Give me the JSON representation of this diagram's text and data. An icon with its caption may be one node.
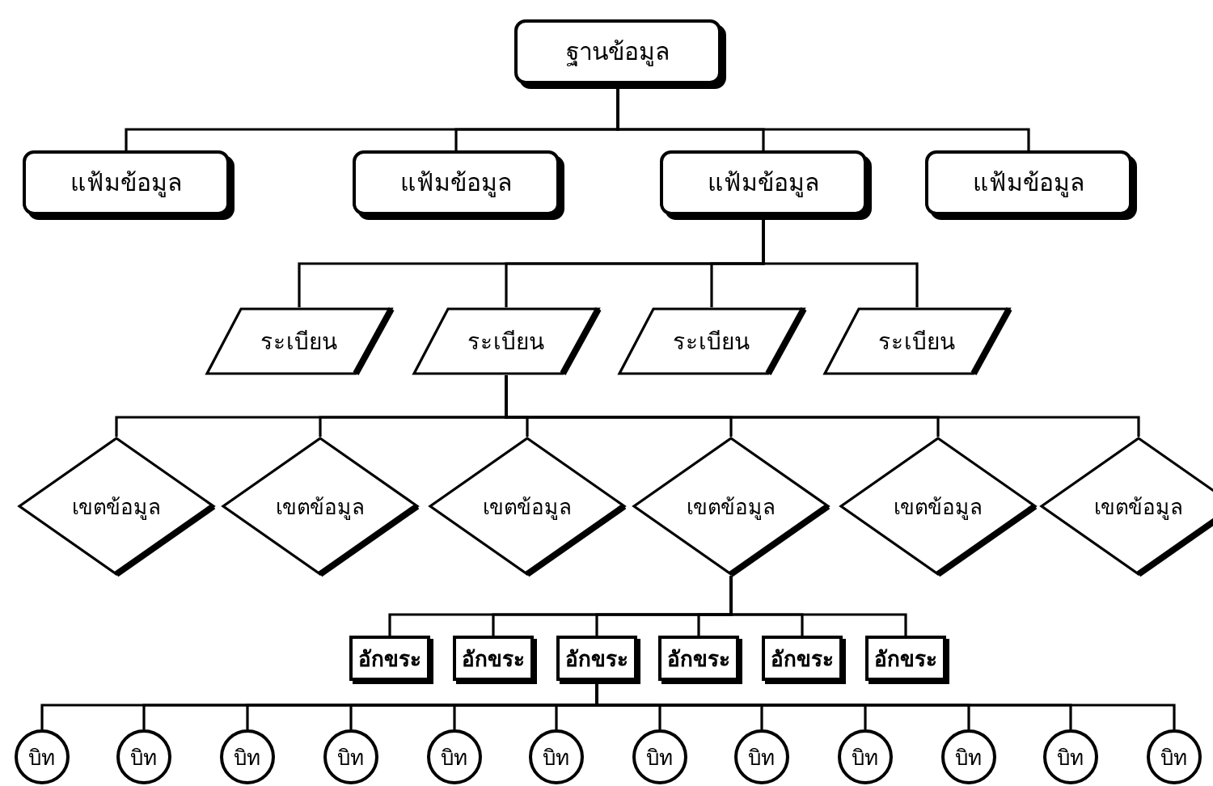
{
  "diagram": {
    "nodes": [
      {
        "text": [
          "ฐานข้อมูล"
        ]
      },
      {
        "text": [
          "แฟ้มข้อมูล"
        ]
      },
      {
        "text": [
          "แฟ้มข้อมูล"
        ]
      },
      {
        "text": [
          "แฟ้มข้อมูล"
        ]
      },
      {
        "text": [
          "แฟ้มข้อมูล"
        ]
      },
      {
        "text": [
          "ระเบียน"
        ]
      },
      {
        "text": [
          "ระเบียน"
        ]
      },
      {
        "text": [
          "ระเบียน"
        ]
      },
      {
        "text": [
          "ระเบียน"
        ]
      },
      {
        "text": [
          "เขตข้อมูล"
        ]
      },
      {
        "text": [
          "เขตข้อมูล"
        ]
      },
      {
        "text": [
          "เขตข้อมูล"
        ]
      },
      {
        "text": [
          "เขตข้อมูล"
        ]
      },
      {
        "text": [
          "เขตข้อมูล"
        ]
      },
      {
        "text": [
          "เขตข้อมูล"
        ]
      },
      {
        "text": [
          "อักขระ"
        ]
      },
      {
        "text": [
          "อักขระ"
        ]
      },
      {
        "text": [
          "อักขระ"
        ]
      },
      {
        "text": [
          "อักขระ"
        ]
      },
      {
        "text": [
          "อักขระ"
        ]
      },
      {
        "text": [
          "อักขระ"
        ]
      },
      {
        "text": [
          "บิท"
        ]
      },
      {
        "text": [
          "บิท"
        ]
      },
      {
        "text": [
          "บิท"
        ]
      },
      {
        "text": [
          "บิท"
        ]
      },
      {
        "text": [
          "บิท"
        ]
      },
      {
        "text": [
          "บิท"
        ]
      },
      {
        "text": [
          "บิท"
        ]
      },
      {
        "text": [
          "บิท"
        ]
      },
      {
        "text": [
          "บิท"
        ]
      },
      {
        "text": [
          "บิท"
        ]
      },
      {
        "text": [
          "บิท"
        ]
      },
      {
        "text": [
          "บิท"
        ]
      }
    ],
    "edges": [
      {
        "from": 0,
        "to": 1,
        "arrow": "none"
      },
      {
        "from": 0,
        "to": 2,
        "arrow": "none"
      },
      {
        "from": 0,
        "to": 3,
        "arrow": "none"
      },
      {
        "from": 0,
        "to": 4,
        "arrow": "none"
      },
      {
        "from": 3,
        "to": 5,
        "arrow": "none"
      },
      {
        "from": 3,
        "to": 6,
        "arrow": "none"
      },
      {
        "from": 3,
        "to": 7,
        "arrow": "none"
      },
      {
        "from": 3,
        "to": 8,
        "arrow": "none"
      },
      {
        "from": 6,
        "to": 9,
        "arrow": "none"
      },
      {
        "from": 6,
        "to": 10,
        "arrow": "none"
      },
      {
        "from": 6,
        "to": 11,
        "arrow": "none"
      },
      {
        "from": 6,
        "to": 12,
        "arrow": "none"
      },
      {
        "from": 6,
        "to": 13,
        "arrow": "none"
      },
      {
        "from": 6,
        "to": 14,
        "arrow": "none"
      },
      {
        "from": 12,
        "to": 15,
        "arrow": "none"
      },
      {
        "from": 12,
        "to": 16,
        "arrow": "none"
      },
      {
        "from": 12,
        "to": 17,
        "arrow": "none"
      },
      {
        "from": 12,
        "to": 18,
        "arrow": "none"
      },
      {
        "from": 12,
        "to": 19,
        "arrow": "none"
      },
      {
        "from": 12,
        "to": 20,
        "arrow": "none"
      },
      {
        "from": 17,
        "to": 21,
        "arrow": "none"
      },
      {
        "from": 17,
        "to": 22,
        "arrow": "none"
      },
      {
        "from": 17,
        "to": 23,
        "arrow": "none"
      },
      {
        "from": 17,
        "to": 24,
        "arrow": "none"
      },
      {
        "from": 17,
        "to": 25,
        "arrow": "none"
      },
      {
        "from": 17,
        "to": 26,
        "arrow": "none"
      },
      {
        "from": 17,
        "to": 27,
        "arrow": "none"
      },
      {
        "from": 17,
        "to": 28,
        "arrow": "none"
      },
      {
        "from": 17,
        "to": 29,
        "arrow": "none"
      },
      {
        "from": 17,
        "to": 30,
        "arrow": "none"
      },
      {
        "from": 17,
        "to": 31,
        "arrow": "none"
      },
      {
        "from": 17,
        "to": 32,
        "arrow": "none"
      }
    ]
  }
}
